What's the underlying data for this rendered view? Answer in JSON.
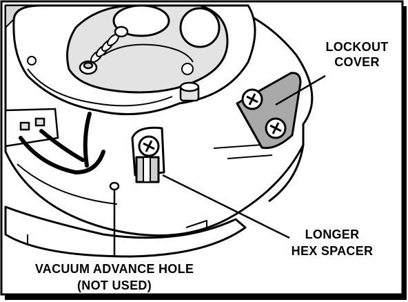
{
  "callouts": {
    "lockout_cover": [
      "LOCKOUT",
      "COVER"
    ],
    "longer_hex_spacer": [
      "LONGER",
      "HEX SPACER"
    ],
    "vacuum_advance_hole": [
      "VACUUM ADVANCE HOLE",
      "(NOT USED)"
    ]
  },
  "colors": {
    "ink": "#000000",
    "paper": "#ffffff",
    "light_gray": "#e3e3e3",
    "mid_gray": "#cfcfcf",
    "dark_gray": "#a9a9a9"
  }
}
